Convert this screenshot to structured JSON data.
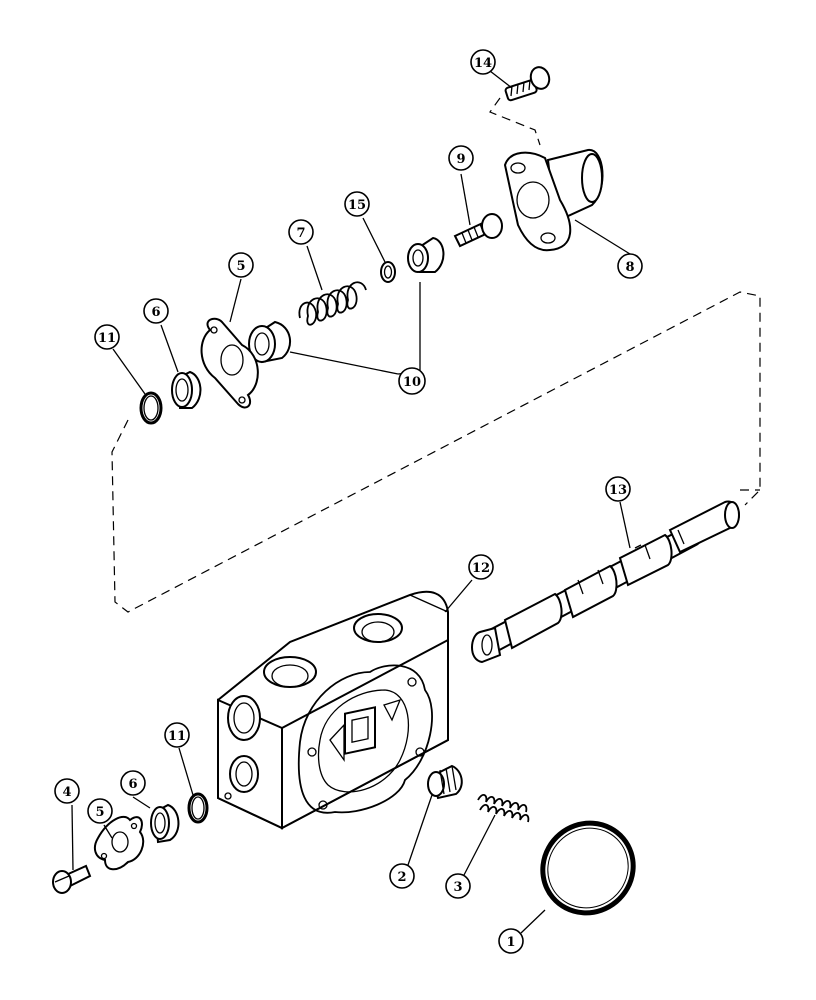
{
  "diagram": {
    "callouts": [
      {
        "id": "14",
        "label": "14"
      },
      {
        "id": "9",
        "label": "9"
      },
      {
        "id": "15",
        "label": "15"
      },
      {
        "id": "7",
        "label": "7"
      },
      {
        "id": "5a",
        "label": "5"
      },
      {
        "id": "6a",
        "label": "6"
      },
      {
        "id": "11a",
        "label": "11"
      },
      {
        "id": "8",
        "label": "8"
      },
      {
        "id": "10",
        "label": "10"
      },
      {
        "id": "13",
        "label": "13"
      },
      {
        "id": "12",
        "label": "12"
      },
      {
        "id": "4",
        "label": "4"
      },
      {
        "id": "5b",
        "label": "5"
      },
      {
        "id": "6b",
        "label": "6"
      },
      {
        "id": "11b",
        "label": "11"
      },
      {
        "id": "2",
        "label": "2"
      },
      {
        "id": "3",
        "label": "3"
      },
      {
        "id": "1",
        "label": "1"
      }
    ]
  }
}
